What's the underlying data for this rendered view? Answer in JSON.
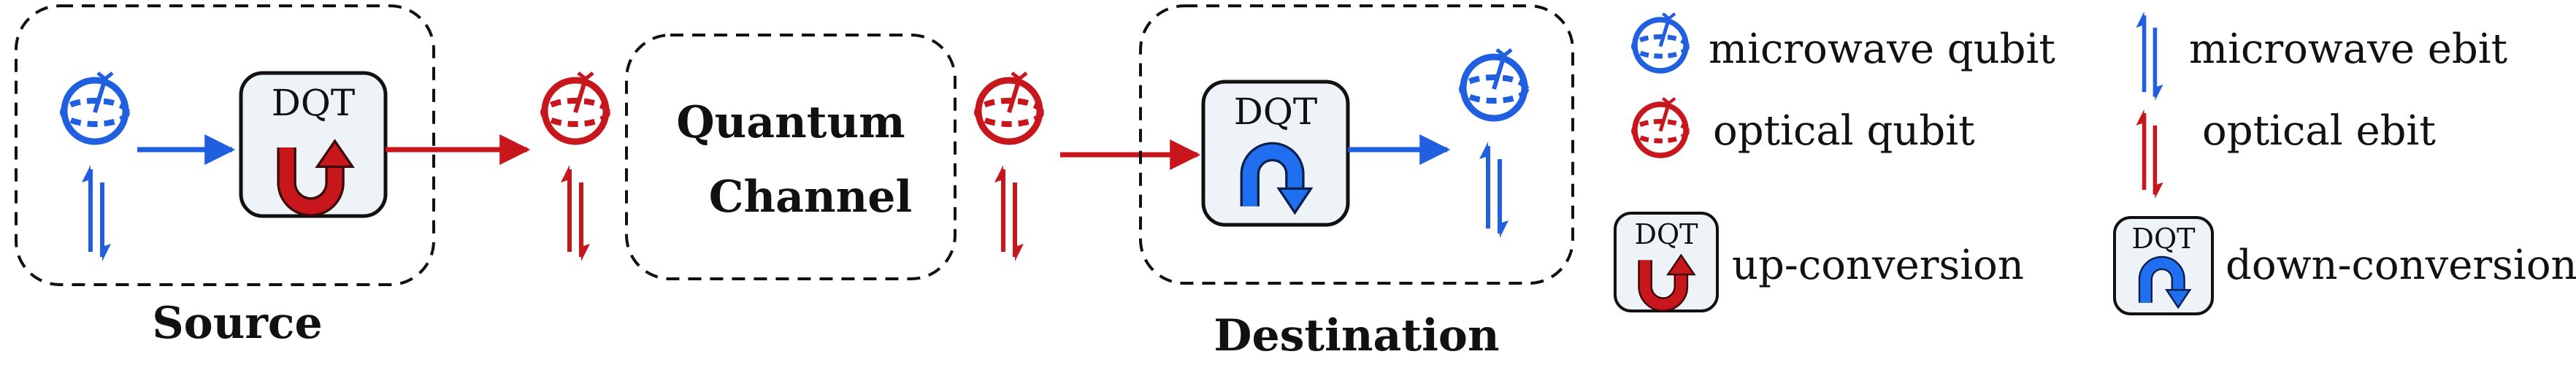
{
  "diagram": {
    "source_label": "Source",
    "channel_label_line1": "Quantum",
    "channel_label_line2": "Channel",
    "destination_label": "Destination",
    "dqt_label": "DQT"
  },
  "legend": {
    "microwave_qubit": "microwave qubit",
    "optical_qubit": "optical qubit",
    "microwave_ebit": "microwave ebit",
    "optical_ebit": "optical ebit",
    "up_conversion": "up-conversion",
    "down_conversion": "down-conversion",
    "dqt_label": "DQT"
  },
  "colors": {
    "microwave": "#1f5fe0",
    "optical": "#c8161d",
    "dqt_box_fill": "#eef3f8"
  }
}
